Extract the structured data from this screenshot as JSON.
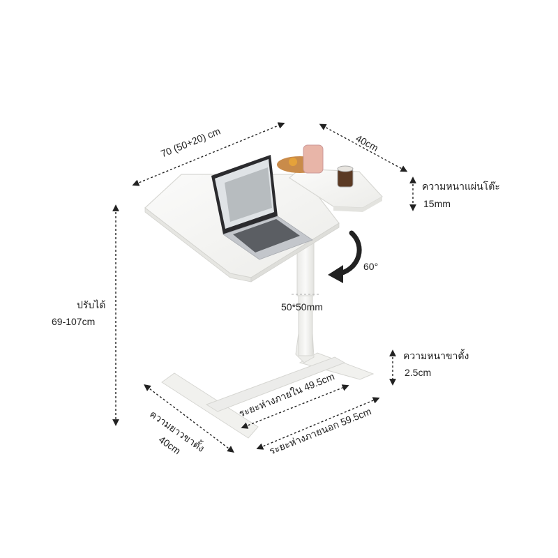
{
  "labels": {
    "top_width": "70 (50+20) cm",
    "top_depth": "40cm",
    "top_thickness_title": "ความหนาแผ่นโต๊ะ",
    "top_thickness_value": "15mm",
    "tilt_angle": "60°",
    "height_title": "ปรับได้",
    "height_value": "69-107cm",
    "column_size": "50*50mm",
    "leg_thickness_title": "ความหนาขาตั้ง",
    "leg_thickness_value": "2.5cm",
    "inner_distance": "ระยะห่างภายใน 49.5cm",
    "outer_distance": "ระยะห่างภายนอก 59.5cm",
    "leg_length_title": "ความยาวขาตั้ง",
    "leg_length_value": "40cm"
  },
  "colors": {
    "furniture": "#f4f4f2",
    "furniture_edge": "#d8d8d4",
    "laptop": "#b9bcc1",
    "arrow": "#222222"
  }
}
